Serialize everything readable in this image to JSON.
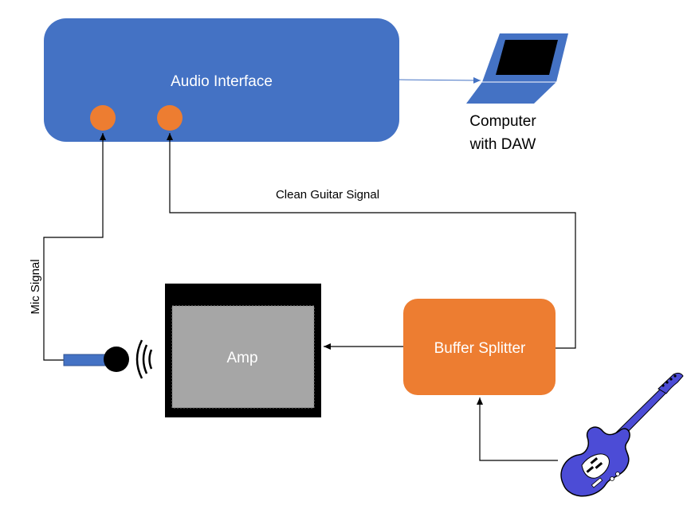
{
  "diagram": {
    "audio_interface": {
      "label": "Audio Interface",
      "color": "#4472C4",
      "jack_color": "#ED7D31"
    },
    "computer": {
      "label_line1": "Computer",
      "label_line2": "with DAW",
      "body_color": "#4472C4",
      "screen_color": "#000000"
    },
    "amp": {
      "label": "Amp",
      "cabinet_color": "#000000",
      "grille_color": "#A6A6A6"
    },
    "buffer_splitter": {
      "label": "Buffer Splitter",
      "color": "#ED7D31"
    },
    "guitar": {
      "icon": "electric-guitar-icon",
      "color": "#4C4CD6"
    },
    "microphone": {
      "icon": "microphone-icon",
      "body_color": "#4472C4"
    },
    "signals": {
      "clean_guitar": "Clean Guitar Signal",
      "mic": "Mic Signal"
    }
  }
}
